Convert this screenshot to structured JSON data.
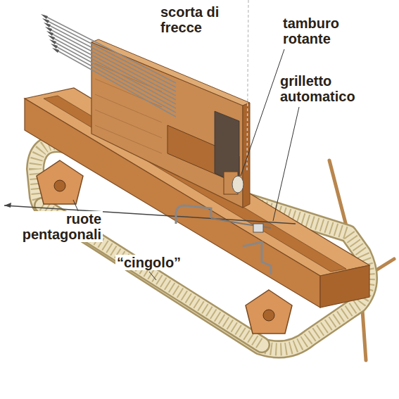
{
  "diagram": {
    "labels": [
      "scorta di frecce",
      "tamburo rotante",
      "grilletto automatico",
      "ruote pentagonali",
      "“cingolo”"
    ]
  }
}
